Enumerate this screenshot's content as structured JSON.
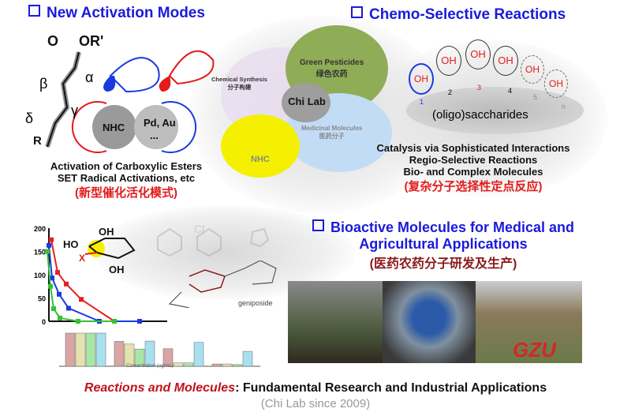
{
  "sections": {
    "activation": {
      "title": "New Activation Modes",
      "lines": [
        "Activation of Carboxylic Esters",
        "SET Radical Activations, etc"
      ],
      "cn": "(新型催化活化模式)",
      "labels": {
        "ester": "OR'",
        "o": "O",
        "alpha": "α",
        "beta": "β",
        "gamma": "γ",
        "delta": "δ",
        "r": "R",
        "nhc": "NHC",
        "metal": "Pd, Au",
        "dots": "..."
      }
    },
    "chemo": {
      "title": "Chemo-Selective Reactions",
      "lines": [
        "Catalysis via Sophisticated Interactions",
        "Regio-Selective Reactions",
        "Bio- and Complex Molecules"
      ],
      "cn": "(复杂分子选择性定点反应)",
      "oh": "OH",
      "positions": [
        "1",
        "2",
        "3",
        "4",
        "5",
        "n"
      ],
      "saccharides": "(oligo)saccharides"
    },
    "bioactive": {
      "title_line1": "Bioactive Molecules for Medical and",
      "title_line2": "Agricultural Applications",
      "cn": "(医药农药分子研发及生产)"
    }
  },
  "center": {
    "chi_lab": "Chi Lab",
    "green": "Green Pesticides",
    "green_cn": "绿色农药",
    "chem": "Chemical Synthesis",
    "chem_cn": "分子构建",
    "med": "Medicinal Molecules",
    "med_cn": "医药分子",
    "nhc": "NHC"
  },
  "molecules": {
    "geniposide": "geniposide",
    "x": "X",
    "oh": "OH",
    "ho": "HO",
    "cl": "Cl"
  },
  "chart_data": {
    "type": "line",
    "x": [
      0,
      1,
      2,
      3,
      4,
      5,
      6
    ],
    "ylim": [
      0,
      200
    ],
    "yticks": [
      "0",
      "50",
      "100",
      "150",
      "200"
    ],
    "series": [
      {
        "name": "red",
        "color": "#e82020",
        "values": [
          175,
          105,
          80,
          47,
          0,
          0
        ]
      },
      {
        "name": "blue",
        "color": "#1a3ae0",
        "values": [
          163,
          93,
          58,
          28,
          0,
          0
        ]
      },
      {
        "name": "green",
        "color": "#35c235",
        "values": [
          150,
          75,
          27,
          7,
          0,
          0
        ]
      }
    ],
    "bar_xlabel": "Concentration (ug/mL)"
  },
  "footer": {
    "bold_red": "Reactions and Molecules",
    "rest": ": Fundamental Research and Industrial Applications",
    "since": "(Chi Lab since 2009)",
    "logo": "GZU"
  }
}
